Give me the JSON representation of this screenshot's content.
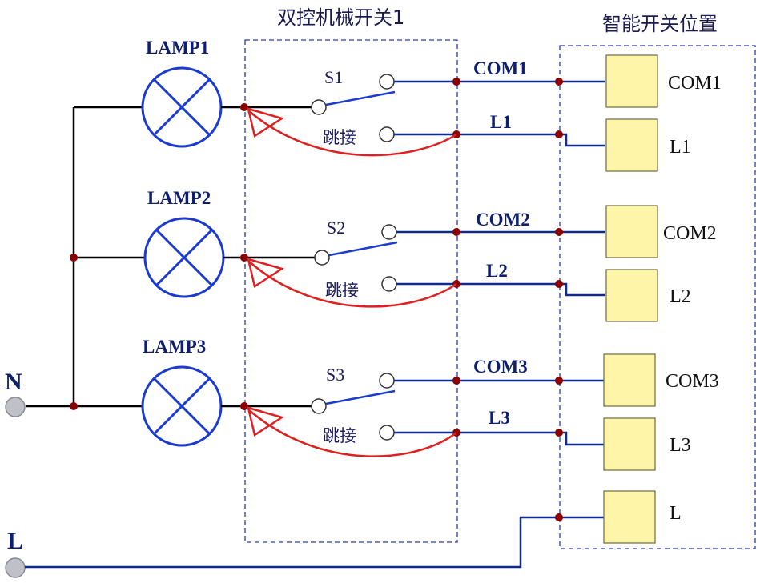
{
  "section_titles": {
    "mechanical": "双控机械开关1",
    "smart": "智能开关位置"
  },
  "terminals": {
    "N": "N",
    "L": "L"
  },
  "lamps": [
    "LAMP1",
    "LAMP2",
    "LAMP3"
  ],
  "switches": [
    "S1",
    "S2",
    "S3"
  ],
  "jumper_label": "跳接",
  "wire_labels": {
    "com": [
      "COM1",
      "COM2",
      "COM3"
    ],
    "l": [
      "L1",
      "L2",
      "L3"
    ]
  },
  "smart_terminals": [
    "COM1",
    "L1",
    "COM2",
    "L2",
    "COM3",
    "L3",
    "L"
  ],
  "colors": {
    "wire": "#000000",
    "switch_wire": "#0f2a8c",
    "lamp": "#1a3ad0",
    "jumper": "#e02020",
    "junction": "#8b0000",
    "terminal_box_fill": "#fff5a8",
    "terminal_box_stroke": "#6a6a40",
    "dash_box": "#2a3ab0"
  }
}
